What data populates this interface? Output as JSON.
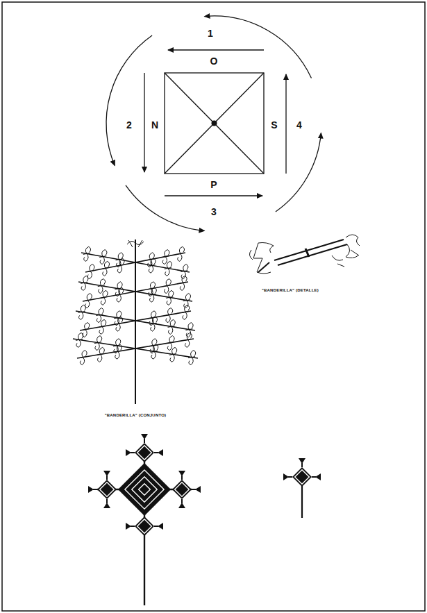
{
  "diagram": {
    "labels": [
      "1",
      "O",
      "2",
      "N",
      "S",
      "4",
      "P",
      "3",
      "\"BANDERILLA\" (CONJUNTO)",
      "\"BANDERILLA\" (DETALLE)"
    ]
  }
}
